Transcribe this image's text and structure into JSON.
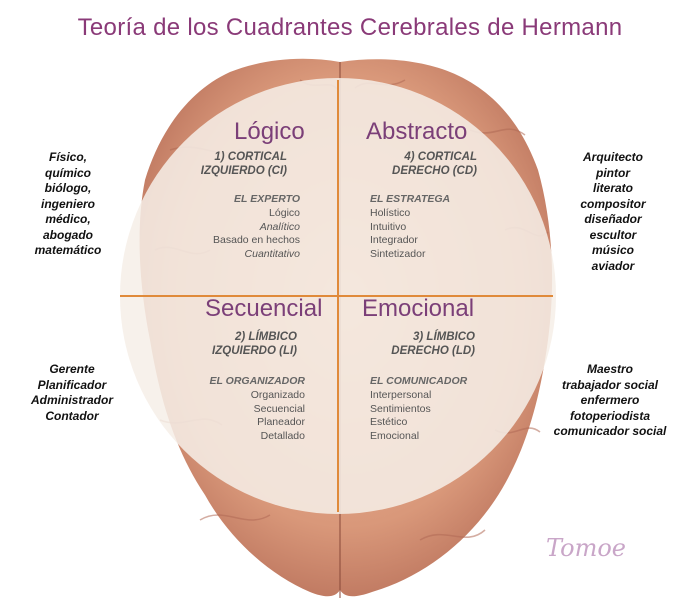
{
  "title": "Teoría de los Cuadrantes Cerebrales de Hermann",
  "quadrants": {
    "top_left": {
      "name": "Lógico",
      "code": [
        "1)  CORTICAL",
        "IZQUIERDO (CI)"
      ],
      "role": "EL EXPERTO",
      "traits": [
        {
          "text": "Lógico",
          "italic": false
        },
        {
          "text": "Analítico",
          "italic": true
        },
        {
          "text": "Basado en hechos",
          "italic": false
        },
        {
          "text": "Cuantitativo",
          "italic": true
        }
      ]
    },
    "top_right": {
      "name": "Abstracto",
      "code": [
        "4) CORTICAL",
        "DERECHO (CD)"
      ],
      "role": "EL ESTRATEGA",
      "traits": [
        "Holístico",
        "Intuitivo",
        "Integrador",
        "Sintetizador"
      ]
    },
    "bottom_left": {
      "name": "Secuencial",
      "code": [
        "2) LÍMBICO",
        "IZQUIERDO (LI)"
      ],
      "role": "EL ORGANIZADOR",
      "traits": [
        "Organizado",
        "Secuencial",
        "Planeador",
        "Detallado"
      ]
    },
    "bottom_right": {
      "name": "Emocional",
      "code": [
        "3) LÍMBICO",
        "DERECHO (LD)"
      ],
      "role": "EL COMUNICADOR",
      "traits": [
        "Interpersonal",
        "Sentimientos",
        "Estético",
        "Emocional"
      ]
    }
  },
  "professions": {
    "top_left": [
      "Físico,",
      "químico",
      "biólogo,",
      "ingeniero",
      "médico,",
      "abogado",
      "matemático"
    ],
    "top_right": [
      "Arquitecto",
      "pintor",
      "literato",
      "compositor",
      "diseñador",
      "escultor",
      "músico",
      "aviador"
    ],
    "bottom_left": [
      "Gerente",
      "Planificador",
      "Administrador",
      "Contador"
    ],
    "bottom_right": [
      "Maestro",
      "trabajador social",
      "enfermero",
      "fotoperiodista",
      "comunicador social"
    ]
  },
  "signature": "Tomoe",
  "colors": {
    "title": "#8a3a78",
    "quadrant_title": "#7b3f78",
    "divider": "#e08a3a",
    "brain": "#d99a7c",
    "overlay": "#f4ece4"
  }
}
